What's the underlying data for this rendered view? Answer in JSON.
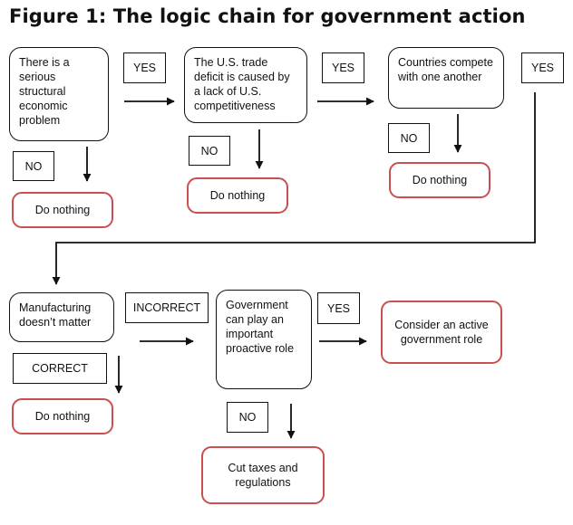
{
  "title": "Figure 1: The logic chain for government action",
  "nodes": {
    "n1": "There is a serious structural economic problem",
    "n2": "The U.S. trade deficit is caused by a lack of U.S. competitiveness",
    "n3": "Countries compete with one another",
    "n4": "Manufacturing doesn’t matter",
    "n5": "Government can play an important proactive role"
  },
  "outcomes": {
    "o1": "Do nothing",
    "o2": "Do nothing",
    "o3": "Do nothing",
    "o4": "Do nothing",
    "o5": "Consider an active government role",
    "o6": "Cut taxes and regulations"
  },
  "labels": {
    "yes1": "YES",
    "yes2": "YES",
    "yes3": "YES",
    "yes4": "YES",
    "no1": "NO",
    "no2": "NO",
    "no3": "NO",
    "no4": "NO",
    "incorrect": "INCORRECT",
    "correct": "CORRECT"
  },
  "colors": {
    "outcome_border": "#c9504f",
    "line": "#111111"
  }
}
